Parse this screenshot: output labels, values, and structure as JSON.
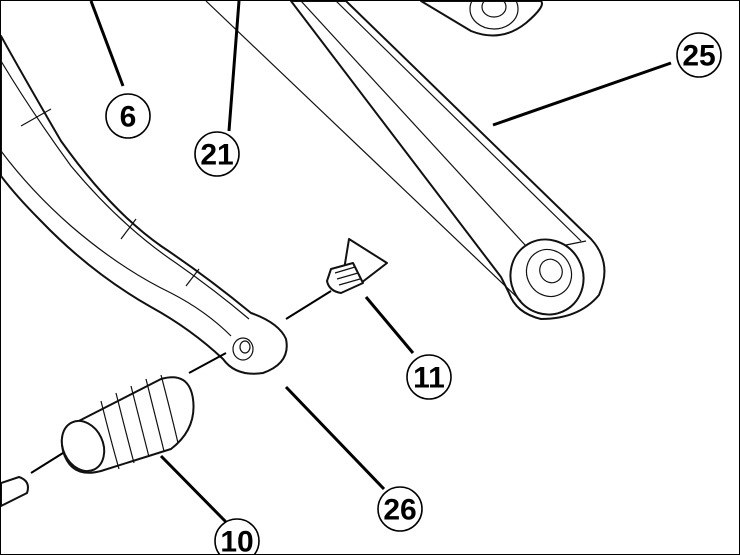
{
  "callouts": {
    "c6": "6",
    "c21": "21",
    "c25": "25",
    "c11": "11",
    "c26": "26",
    "c10": "10"
  },
  "colors": {
    "line": "#000000",
    "background": "#ffffff"
  }
}
